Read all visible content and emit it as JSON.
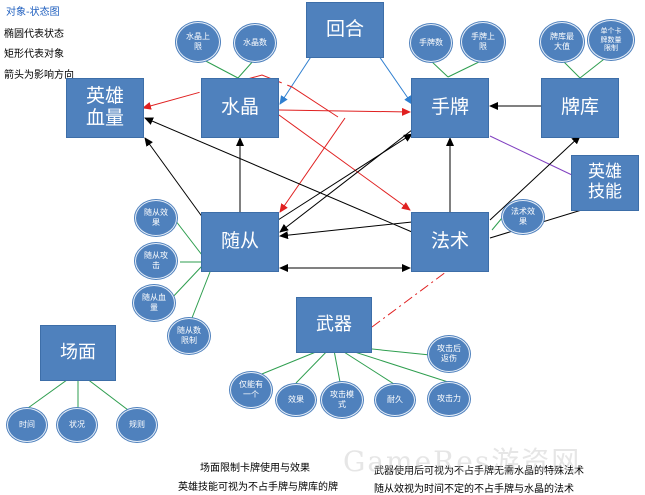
{
  "legend": {
    "title": "对象-状态图",
    "line1": "椭圆代表状态",
    "line2": "矩形代表对象",
    "line3": "箭头为影响方向"
  },
  "objects": {
    "hero_hp": "英雄\n血量",
    "crystal": "水晶",
    "turn": "回合",
    "hand": "手牌",
    "deck": "牌库",
    "hero_skill": "英雄\n技能",
    "minion": "随从",
    "spell": "法术",
    "weapon": "武器",
    "field": "场面"
  },
  "states": {
    "crystal_max": "水晶上\n限",
    "crystal_count": "水晶数",
    "hand_count": "手牌数",
    "hand_max": "手牌上\n限",
    "deck_max_fatigue": "牌库最\n大值",
    "deck_single_limit": "单个卡\n牌数量\n限制",
    "spell_effect": "法术效\n果",
    "minion_effect": "随从效\n果",
    "minion_attack": "随从攻\n击",
    "minion_hp": "随从血\n量",
    "minion_count_limit": "随从数\n限制",
    "weapon_once": "仅能有\n一个",
    "weapon_effect": "效果",
    "weapon_attack_mode": "攻击模\n式",
    "weapon_durability": "耐久",
    "weapon_attack": "攻击力",
    "weapon_counter": "攻击后\n返伤",
    "field_time": "时间",
    "field_status": "状况",
    "field_rules": "规则"
  },
  "notes": {
    "n1": "场面限制卡牌使用与效果",
    "n2": "英雄技能可视为不占手牌与牌库的牌",
    "n3": "武器使用后可视为不占手牌无需水晶的特殊法术",
    "n4": "随从效视为时间不定的不占手牌与水晶的法术"
  },
  "watermark": "GameRes游资网",
  "colors": {
    "object_fill": "#4f81bd",
    "state_link": "#2e9e4f",
    "arrow_black": "#000000",
    "arrow_blue": "#2f7fd0",
    "arrow_red": "#e02020",
    "arrow_purple": "#8040c0"
  }
}
